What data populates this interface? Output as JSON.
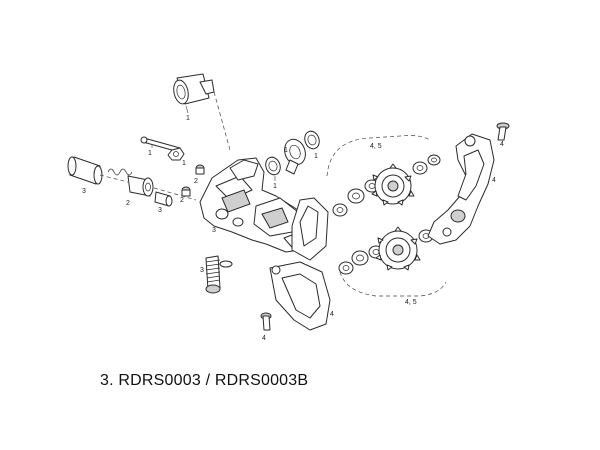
{
  "caption": "3. RDRS0003 / RDRS0003B",
  "callouts": {
    "c_top_bolt": "1",
    "c_left_bolt": "1",
    "c_left_nut": "1",
    "c_cable_adj": "3",
    "c_adj_nut": "2",
    "c_limit_top": "2",
    "c_limit_mid": "2",
    "c_limit_low": "3",
    "c_mount_bolt": "3",
    "c_cage_bolt": "4",
    "c_bushing_a": "1",
    "c_bushing_b": "1",
    "c_pulley_top": "4, 5",
    "c_pulley_bot": "4, 5",
    "c_outer_cage": "4",
    "c_cage_screw_r": "4",
    "c_cage_screw_l": "4",
    "c_inner_cage": "4"
  }
}
